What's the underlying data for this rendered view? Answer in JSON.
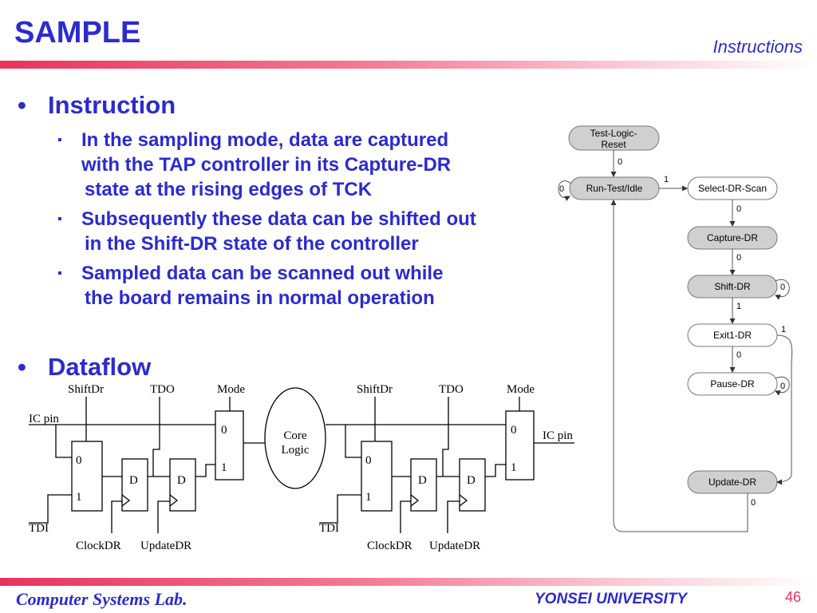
{
  "header": {
    "title": "SAMPLE",
    "section": "Instructions"
  },
  "content": {
    "bullet1": "Instruction",
    "subs": [
      {
        "lines": [
          "In the sampling mode, data are captured",
          "with the TAP controller in its Capture-DR",
          "state at the rising edges of TCK"
        ]
      },
      {
        "lines": [
          "Subsequently these data can be shifted out",
          "in the Shift-DR state of the controller"
        ]
      },
      {
        "lines": [
          "Sampled data can be scanned out while",
          "the board remains in normal operation"
        ]
      }
    ],
    "bullet2": "Dataflow"
  },
  "state_diagram": {
    "states": {
      "test_logic_reset": [
        "Test-Logic-",
        "Reset"
      ],
      "run_test_idle": "Run-Test/Idle",
      "select_dr_scan": "Select-DR-Scan",
      "capture_dr": "Capture-DR",
      "shift_dr": "Shift-DR",
      "exit1_dr": "Exit1-DR",
      "pause_dr": "Pause-DR",
      "update_dr": "Update-DR"
    },
    "transitions": {
      "tlr_to_rti": "0",
      "rti_self": "0",
      "rti_to_select": "1",
      "select_to_capture": "0",
      "capture_to_shift": "0",
      "shift_self": "0",
      "shift_to_exit1": "1",
      "exit1_to_update": "1",
      "exit1_to_pause": "0",
      "pause_self": "0",
      "update_to_rti": "0"
    }
  },
  "dataflow": {
    "shiftdr": "ShiftDr",
    "tdo": "TDO",
    "mode": "Mode",
    "ic_pin": "IC pin",
    "tdi": "TDI",
    "clockdr": "ClockDR",
    "updatedr": "UpdateDR",
    "core_logic": [
      "Core",
      "Logic"
    ],
    "d": "D",
    "in0": "0",
    "in1": "1"
  },
  "footer": {
    "left": "Computer Systems Lab.",
    "center": "YONSEI UNIVERSITY",
    "page": "46"
  },
  "colors": {
    "title_blue": "#2b2bd0",
    "accent_pink": "#e8345c",
    "state_fill": "#d0d0d0"
  }
}
